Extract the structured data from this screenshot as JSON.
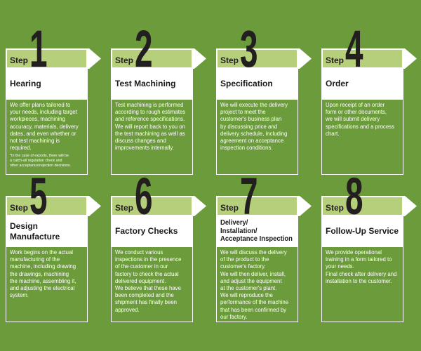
{
  "background_color": "#6b9b3a",
  "header_color": "#b5cf7b",
  "steps": [
    {
      "label": "Step",
      "number": "1",
      "title": [
        "Hearing"
      ],
      "description": [
        "We offer plans tailored to",
        "your needs, including target",
        "workpieces, machining",
        "accuracy, materials, delivery",
        "dates, and even whether or",
        "not test machining is",
        "required."
      ],
      "footnote": [
        "*In the case of exports, there will be",
        "a catch-all regulation check and",
        "other acceptance/rejection decisions."
      ]
    },
    {
      "label": "Step",
      "number": "2",
      "title": [
        "Test Machining"
      ],
      "description": [
        "Test machining is performed",
        "according to rough estimates",
        "and reference specifications.",
        "We will report back to you on",
        "the test machining as well as",
        "discuss changes and",
        "improvements internally."
      ]
    },
    {
      "label": "Step",
      "number": "3",
      "title": [
        "Specification"
      ],
      "description": [
        "We will execute the delivery",
        "project to meet the",
        "customer's business plan",
        "by discussing price and",
        "delivery schedule, including",
        "agreement on acceptance",
        "inspection conditions."
      ]
    },
    {
      "label": "Step",
      "number": "4",
      "title": [
        "Order"
      ],
      "description": [
        "Upon receipt of an order",
        "form or other documents,",
        "we will submit delivery",
        "specifications and a process",
        "chart."
      ]
    },
    {
      "label": "Step",
      "number": "5",
      "title": [
        "Design",
        "Manufacture"
      ],
      "description": [
        "Work begins on the actual",
        "manufacturing of the",
        "machine, including drawing",
        "the drawings, machining",
        "the machine, assembling it,",
        "and adjusting the electrical",
        "system."
      ]
    },
    {
      "label": "Step",
      "number": "6",
      "title": [
        "Factory Checks"
      ],
      "description": [
        "We conduct various",
        "inspections in the presence",
        "of the customer in our",
        "factory to check the actual",
        "delivered equipment.",
        "We believe that these have",
        "been completed and the",
        "shipment has finally been",
        "approved."
      ]
    },
    {
      "label": "Step",
      "number": "7",
      "title": [
        "Delivery/",
        "Installation/",
        "Acceptance Inspection"
      ],
      "description": [
        "We will discuss the delivery",
        "of the product to the",
        "customer's factory.",
        "We will then deliver, install,",
        "and adjust the equipment",
        "at the customer's plant.",
        "We will reproduce the",
        "performance of the machine",
        "that has been confirmed by",
        "our factory."
      ]
    },
    {
      "label": "Step",
      "number": "8",
      "title": [
        "Follow-Up Service"
      ],
      "description": [
        "We provide operational",
        "training in a form tailored to",
        "your needs.",
        "Final check after delivery and",
        "installation to the customer."
      ]
    }
  ]
}
